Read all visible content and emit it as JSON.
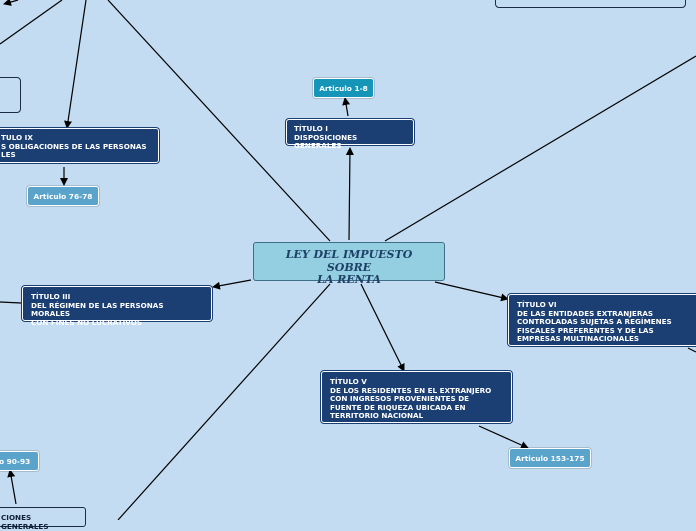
{
  "central": {
    "line1": "LEY DEL IMPUESTO SOBRE",
    "line2": "LA RENTA"
  },
  "titulo_i": {
    "line1": "TÍTULO I",
    "line2": "DISPOSICIONES GENERALES",
    "articulo": "Articulo 1-8"
  },
  "titulo_ix": {
    "line1": "TULO IX",
    "line2": "S OBLIGACIONES DE LAS PERSONAS",
    "line3": "LES",
    "articulo": "Articulo 76-78"
  },
  "titulo_iii": {
    "line1": "TÍTULO III",
    "line2": "DEL RÉGIMEN DE LAS PERSONAS MORALES",
    "line3": "CON FINES NO LUCRATIVOS"
  },
  "titulo_vi": {
    "line1": "TÍTULO VI",
    "line2": "DE LAS ENTIDADES EXTRANJERAS",
    "line3": "CONTROLADAS SUJETAS A REGÍMENES",
    "line4": "FISCALES PREFERENTES Y DE LAS",
    "line5": "EMPRESAS MULTINACIONALES"
  },
  "titulo_v": {
    "line1": "TÍTULO V",
    "line2": "DE LOS RESIDENTES EN EL EXTRANJERO",
    "line3": "CON INGRESOS PROVENIENTES DE",
    "line4": "FUENTE DE RIQUEZA UBICADA EN",
    "line5": "TERRITORIO NACIONAL",
    "articulo": "Articulo 153-175"
  },
  "bottom_left": {
    "articulo": "o 90-93",
    "heading": "CIONES GENERALES"
  },
  "top_right_partial": {
    "text": ""
  }
}
